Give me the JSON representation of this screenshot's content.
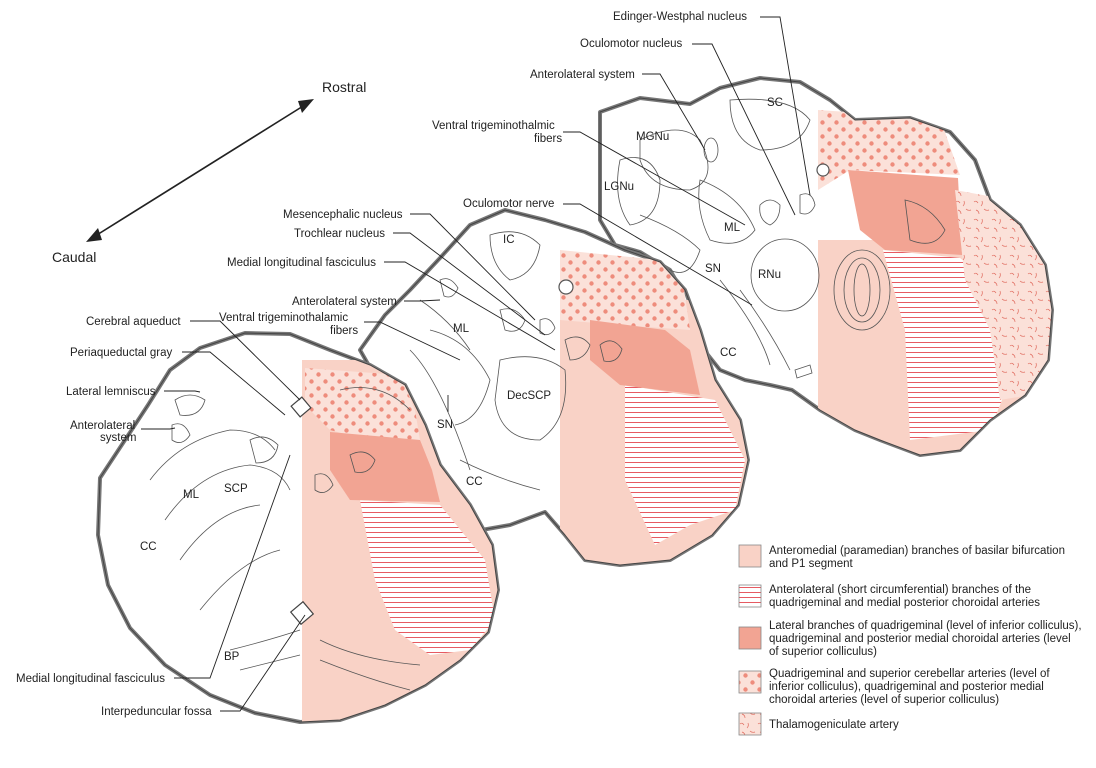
{
  "directions": {
    "rostral": "Rostral",
    "caudal": "Caudal"
  },
  "colors": {
    "anteromedial": "#f9d2c6",
    "lateral_branches": "#f2a493",
    "stripe": "#e0303a",
    "dots": "#ee8c7c",
    "outline": "#777777"
  },
  "labels": {
    "edinger_westphal": "Edinger-Westphal nucleus",
    "oculomotor_nucleus": "Oculomotor nucleus",
    "anterolateral_system_top": "Anterolateral system",
    "ventral_trig_top_1": "Ventral trigeminothalmic",
    "ventral_trig_top_2": "fibers",
    "oculomotor_nerve": "Oculomotor nerve",
    "mesencephalic_nucleus": "Mesencephalic nucleus",
    "trochlear_nucleus": "Trochlear nucleus",
    "mlf_mid": "Medial longitudinal fasciculus",
    "anterolateral_system_mid": "Anterolateral system",
    "ventral_trig_mid_1": "Ventral trigeminothalamic",
    "ventral_trig_mid_2": "fibers",
    "cerebral_aqueduct": "Cerebral aqueduct",
    "periaqueductal_gray": "Periaqueductal gray",
    "lateral_lemniscus": "Lateral lemniscus",
    "anterolateral_system_left_1": "Anterolateral",
    "anterolateral_system_left_2": "system",
    "mlf_bottom": "Medial longitudinal fasciculus",
    "interpeduncular_fossa": "Interpeduncular fossa",
    "sc": "SC",
    "mgnu": "MGNu",
    "lgnu": "LGNu",
    "ml_top": "ML",
    "sn_top": "SN",
    "rnu": "RNu",
    "cc_top": "CC",
    "ic": "IC",
    "ml_mid": "ML",
    "sn_mid": "SN",
    "decscp": "DecSCP",
    "cc_mid": "CC",
    "ml_left": "ML",
    "scp": "SCP",
    "cc_left": "CC",
    "bp": "BP"
  },
  "legend": [
    {
      "key": "anteromedial",
      "line1": "Anteromedial (paramedian) branches of basilar bifurcation",
      "line2": "and P1 segment",
      "line3": ""
    },
    {
      "key": "anterolateral",
      "line1": "Anterolateral (short circumferential) branches of the",
      "line2": "quadrigeminal and medial posterior choroidal arteries",
      "line3": ""
    },
    {
      "key": "lateral",
      "line1": "Lateral branches of quadrigeminal (level of inferior colliculus),",
      "line2": "quadrigeminal and posterior medial choroidal arteries (level",
      "line3": "of superior colliculus)"
    },
    {
      "key": "quadrigeminal",
      "line1": "Quadrigeminal and superior cerebellar arteries (level of",
      "line2": "inferior colliculus), quadrigeminal and posterior medial",
      "line3": "choroidal arteries (level of superior colliculus)"
    },
    {
      "key": "thalamogeniculate",
      "line1": "Thalamogeniculate artery",
      "line2": "",
      "line3": ""
    }
  ]
}
